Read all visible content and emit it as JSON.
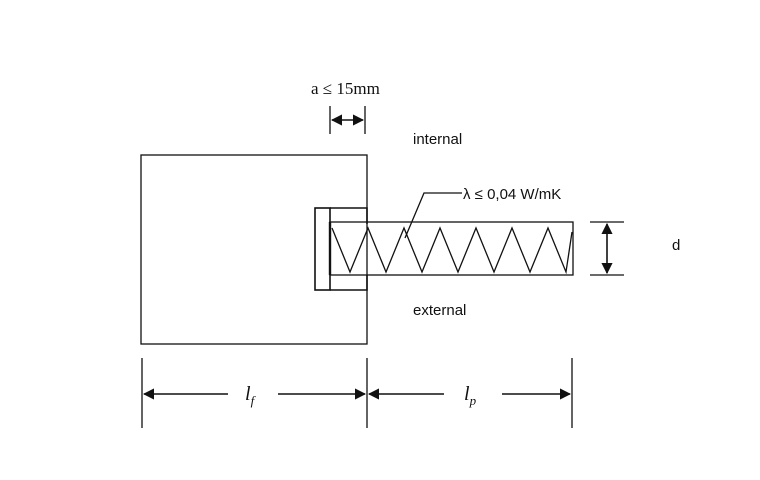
{
  "labels": {
    "gap": "a ≤ 15mm",
    "internal": "internal",
    "external": "external",
    "lambda": "λ ≤ 0,04 W/mK",
    "thickness": "d",
    "lf_base": "l",
    "lf_sub": "f",
    "lp_base": "l",
    "lp_sub": "p"
  }
}
